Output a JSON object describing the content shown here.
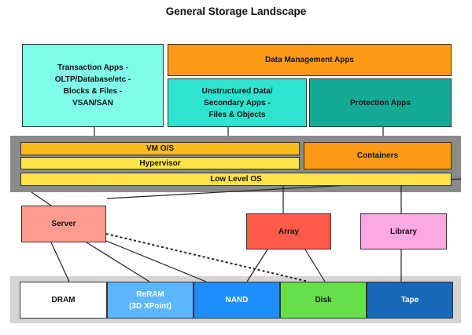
{
  "title": "General Storage Landscape",
  "apps": {
    "transaction": "Transaction Apps -\nOLTP/Database/etc -\nBlocks & Files -\nVSAN/SAN",
    "data_management": "Data Management Apps",
    "unstructured": "Unstructured Data/\nSecondary Apps -\nFiles & Objects",
    "protection": "Protection Apps"
  },
  "software": {
    "vm_os": "VM O/S",
    "hypervisor": "Hypervisor",
    "containers": "Containers",
    "low_level_os": "Low Level OS"
  },
  "systems": {
    "server": "Server",
    "array": "Array",
    "library": "Library"
  },
  "media": {
    "dram": "DRAM",
    "reram": "ReRAM\n(3D XPoint)",
    "nand": "NAND",
    "disk": "Disk",
    "tape": "Tape"
  },
  "colors": {
    "transaction": "#7ffde9",
    "data_management": "#ff9a18",
    "unstructured": "#2ee3cf",
    "protection": "#14ab96",
    "yellow": "#ffe34a",
    "yellow_dark": "#f7bd1b",
    "containers": "#ff9a18",
    "server": "#ff9c8f",
    "array": "#ff5b48",
    "library": "#ffa8e2",
    "dram": "#ffffff",
    "reram": "#5cb6ff",
    "nand": "#1e8eff",
    "disk": "#66e04a",
    "tape": "#1868b8",
    "band": "#8a8a8a"
  }
}
